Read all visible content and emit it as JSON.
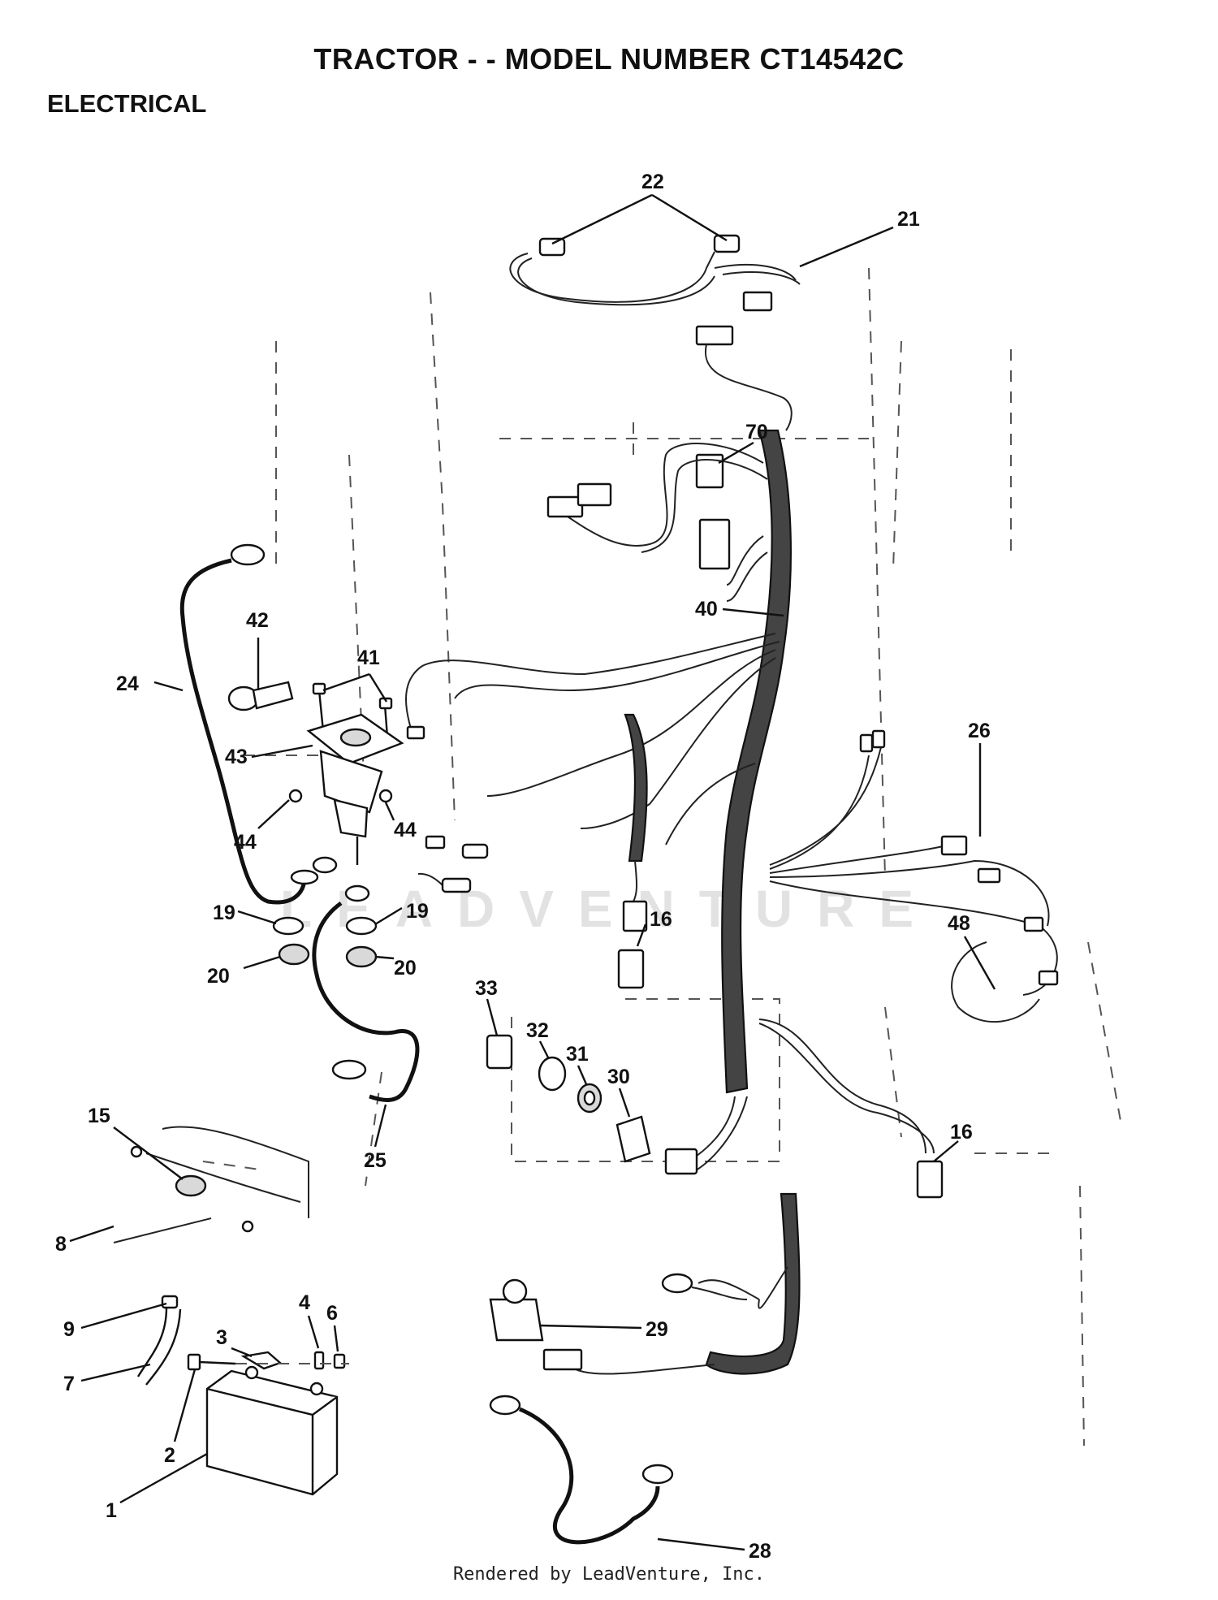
{
  "header": {
    "title": "TRACTOR - - MODEL NUMBER CT14542C",
    "section": "ELECTRICAL"
  },
  "watermark": "LEADVENTURE",
  "footer": {
    "credit": "Rendered by LeadVenture, Inc."
  },
  "callouts": {
    "c1": "1",
    "c2": "2",
    "c3": "3",
    "c4": "4",
    "c6": "6",
    "c7": "7",
    "c8": "8",
    "c9": "9",
    "c15": "15",
    "c16a": "16",
    "c16b": "16",
    "c19a": "19",
    "c19b": "19",
    "c20a": "20",
    "c20b": "20",
    "c21": "21",
    "c22": "22",
    "c24": "24",
    "c25": "25",
    "c26": "26",
    "c28": "28",
    "c29": "29",
    "c30": "30",
    "c31": "31",
    "c32": "32",
    "c33": "33",
    "c40": "40",
    "c41": "41",
    "c42": "42",
    "c43": "43",
    "c44a": "44",
    "c44b": "44",
    "c48": "48",
    "c70": "70"
  }
}
